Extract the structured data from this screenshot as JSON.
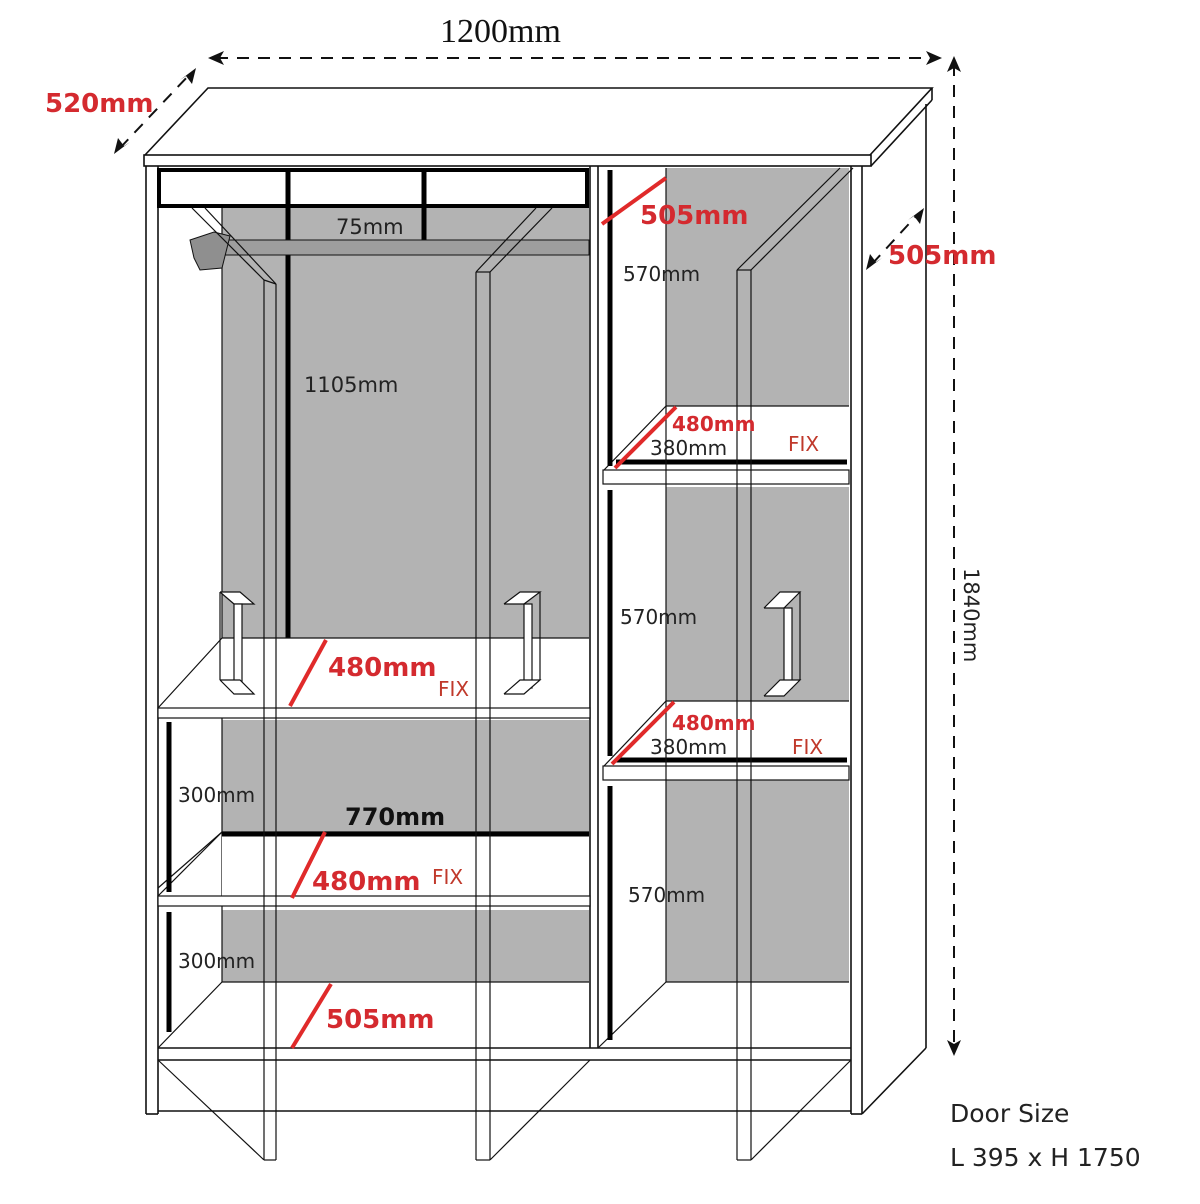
{
  "diagram": {
    "type": "wardrobe-dimension-drawing",
    "overall": {
      "width": "1200mm",
      "depth": "520mm",
      "height": "1840mm",
      "side_depth": "505mm"
    },
    "left_section": {
      "top_shelf_gap": "75mm",
      "hanging_height": "1105mm",
      "shelf_1_depth": "480mm",
      "shelf_1_tag": "FIX",
      "compartment_1_height": "300mm",
      "inner_width": "770mm",
      "shelf_2_depth": "480mm",
      "shelf_2_tag": "FIX",
      "compartment_2_height": "300mm",
      "bottom_depth": "505mm"
    },
    "right_section": {
      "top_depth": "505mm",
      "compartment_1_height": "570mm",
      "shelf_1_depth": "480mm",
      "shelf_1_width": "380mm",
      "shelf_1_tag": "FIX",
      "compartment_2_height": "570mm",
      "shelf_2_depth": "480mm",
      "shelf_2_width": "380mm",
      "shelf_2_tag": "FIX",
      "compartment_3_height": "570mm"
    },
    "door_note": {
      "title": "Door Size",
      "value": "L 395 x H 1750"
    },
    "colors": {
      "dimension_red": "#d42a2f",
      "panel_grey": "#b3b3b3",
      "line": "#111111"
    }
  }
}
